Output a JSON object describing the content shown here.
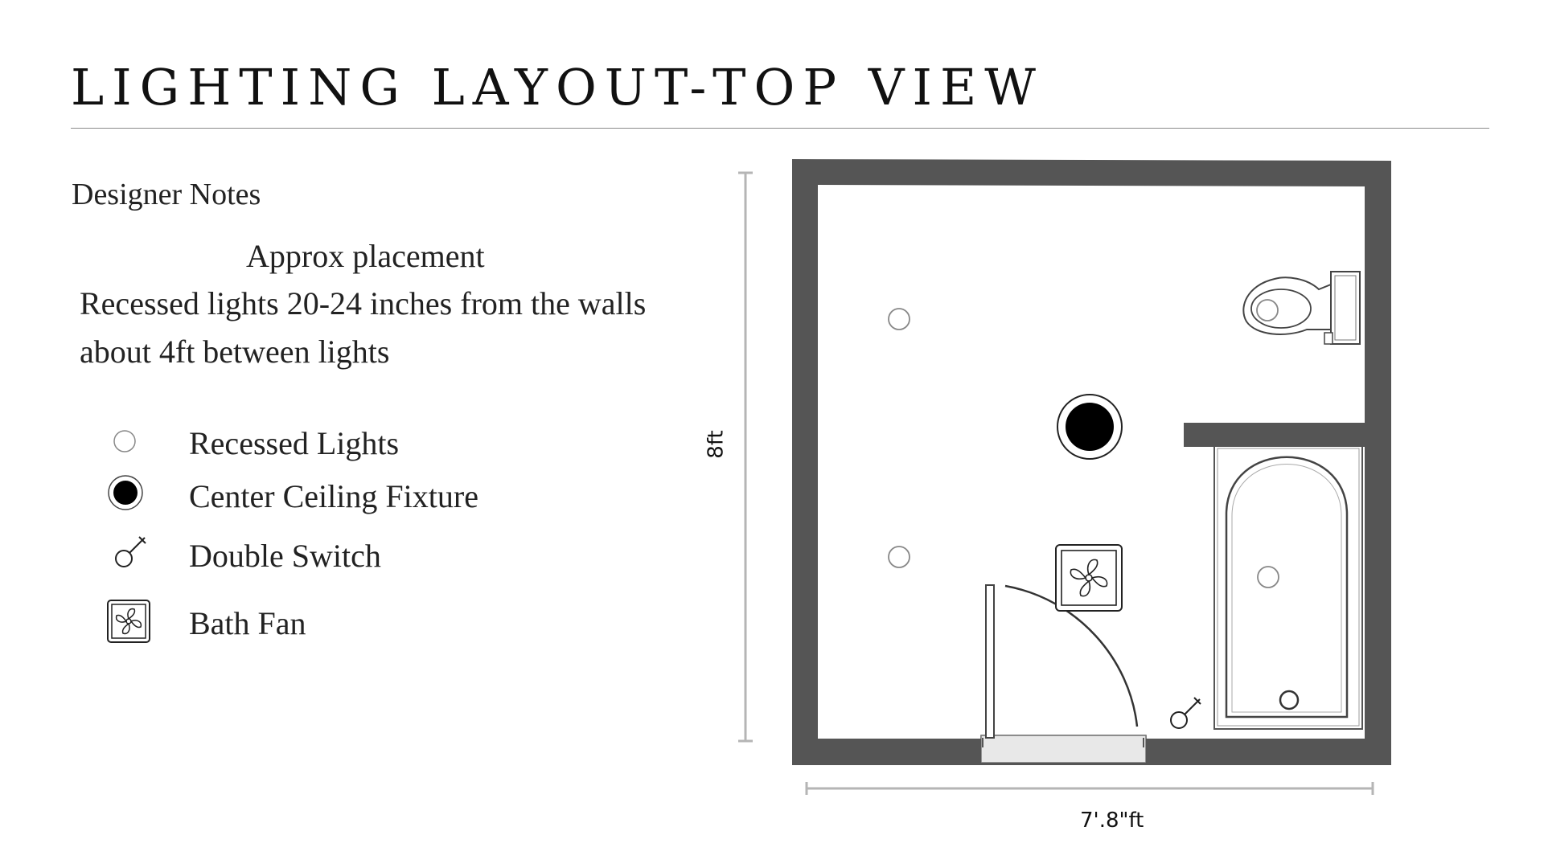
{
  "title": "LIGHTING LAYOUT-TOP VIEW",
  "notes": {
    "heading": "Designer Notes",
    "subheading": "Approx placement",
    "lines": [
      "Recessed lights 20-24 inches from the walls",
      "about 4ft between lights"
    ]
  },
  "legend": [
    {
      "icon": "recessed-light-icon",
      "label": "Recessed Lights"
    },
    {
      "icon": "ceiling-fixture-icon",
      "label": "Center Ceiling Fixture"
    },
    {
      "icon": "double-switch-icon",
      "label": "Double Switch"
    },
    {
      "icon": "bath-fan-icon",
      "label": "Bath Fan"
    }
  ],
  "dimensions": {
    "height": "8ft",
    "width": "7'.8\"ft"
  },
  "colors": {
    "wall": "#555555",
    "dimension_line": "#b5b5b5",
    "rule": "#8a8a8a"
  }
}
